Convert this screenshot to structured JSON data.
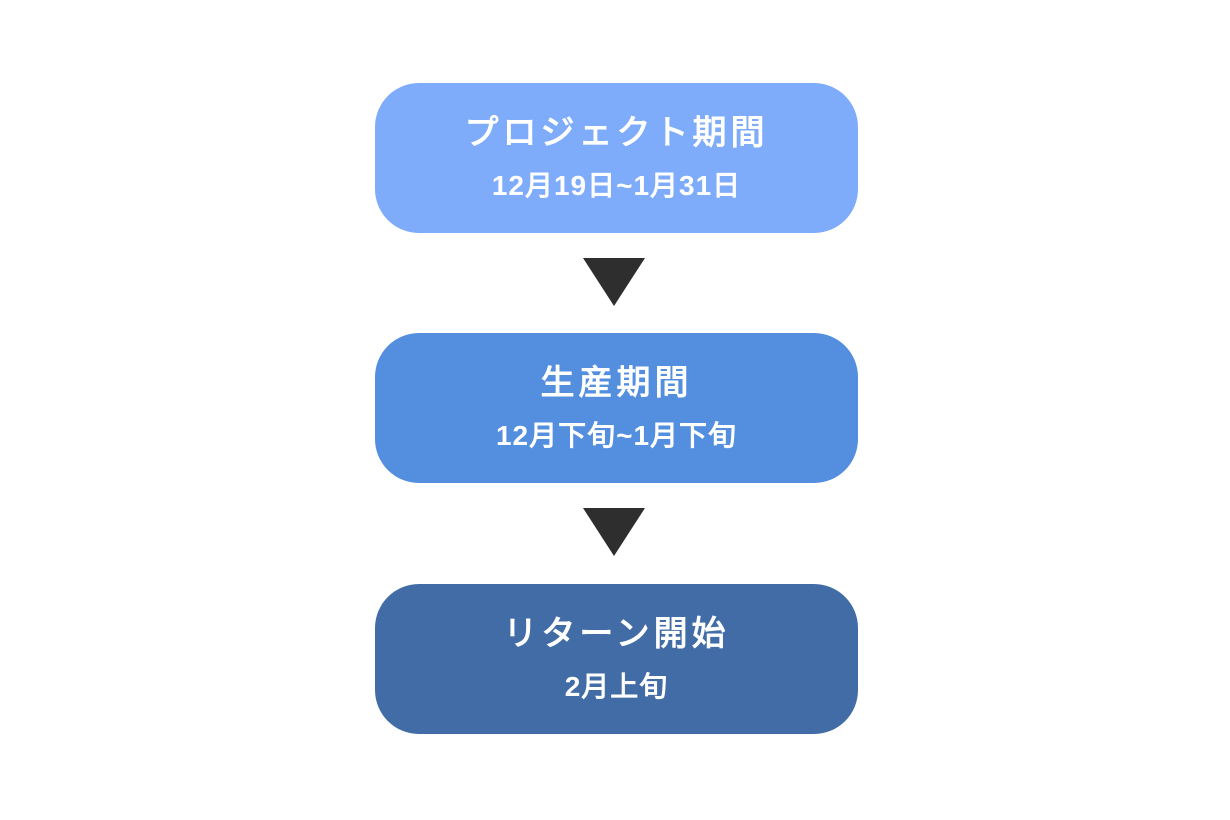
{
  "diagram": {
    "background_color": "#ffffff",
    "text_color": "#ffffff",
    "arrow_color": "#2e2e2e",
    "steps": [
      {
        "title": "プロジェクト期間",
        "subtitle": "12月19日~1月31日",
        "color": "#7FACFA"
      },
      {
        "title": "生産期間",
        "subtitle": "12月下旬~1月下旬",
        "color": "#548FDF"
      },
      {
        "title": "リターン開始",
        "subtitle": "2月上旬",
        "color": "#416CA6"
      }
    ]
  }
}
